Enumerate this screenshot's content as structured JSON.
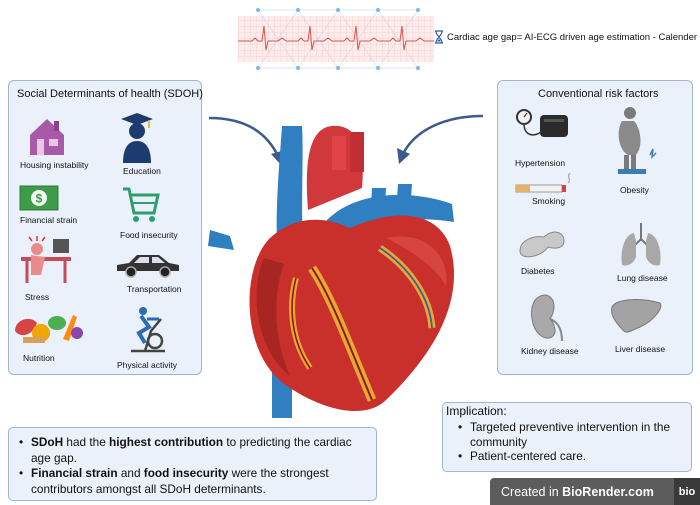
{
  "ecg": {
    "caption": "Cardiac age gap= AI-ECG driven age estimation - Calender age",
    "icon": "hourglass-icon"
  },
  "sdoh": {
    "title": "Social Determinants of health (SDOH)",
    "items": [
      {
        "label": "Housing instability",
        "icon": "house-icon"
      },
      {
        "label": "Education",
        "icon": "graduate-icon"
      },
      {
        "label": "Financial strain",
        "icon": "dollar-bill-icon"
      },
      {
        "label": "Food insecurity",
        "icon": "shopping-cart-icon"
      },
      {
        "label": "Stress",
        "icon": "stressed-person-icon"
      },
      {
        "label": "Transportation",
        "icon": "car-icon"
      },
      {
        "label": "Nutrition",
        "icon": "food-icon"
      },
      {
        "label": "Physical activity",
        "icon": "exercise-bike-icon"
      }
    ]
  },
  "risk": {
    "title": "Conventional risk factors",
    "items": [
      {
        "label": "Hypertension",
        "icon": "blood-pressure-cuff-icon"
      },
      {
        "label": "Obesity",
        "icon": "obese-person-icon"
      },
      {
        "label": "Smoking",
        "icon": "cigarette-icon"
      },
      {
        "label": "Diabetes",
        "icon": "pancreas-icon"
      },
      {
        "label": "Lung disease",
        "icon": "lungs-icon"
      },
      {
        "label": "Kidney disease",
        "icon": "kidney-icon"
      },
      {
        "label": "Liver disease",
        "icon": "liver-icon"
      }
    ]
  },
  "findings": {
    "items": [
      {
        "a": "SDoH",
        "b": " had the ",
        "c": "highest contribution",
        "d": " to predicting the cardiac age gap."
      },
      {
        "a": "Financial strain",
        "b": " and ",
        "c": "food insecurity",
        "d": " were the strongest contributors amongst all SDoH determinants."
      }
    ]
  },
  "implication": {
    "title": "Implication:",
    "items": [
      "Targeted preventive intervention in the community",
      "Patient-centered care."
    ]
  },
  "badge": {
    "prefix": "Created in ",
    "brand": "BioRender.com",
    "logo": "bio"
  },
  "colors": {
    "panel_bg": "#eaf1fa",
    "panel_border": "#9fb6d3",
    "heart_red": "#c9302c",
    "vessel_blue": "#2f7fc1",
    "arrow": "#3d5a8c"
  }
}
